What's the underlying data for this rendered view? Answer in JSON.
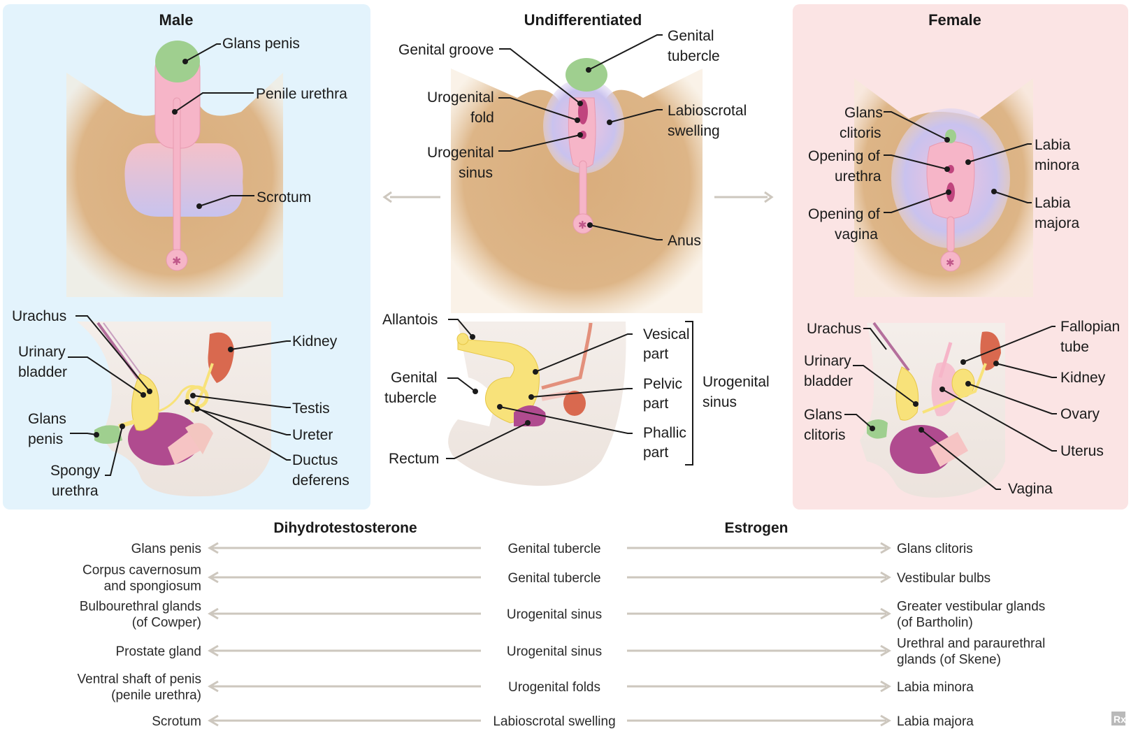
{
  "panels": {
    "male": {
      "title": "Male",
      "glans_penis": "Glans penis",
      "penile_urethra": "Penile urethra",
      "scrotum": "Scrotum",
      "urachus": "Urachus",
      "urinary_1": "Urinary",
      "urinary_2": "bladder",
      "kidney": "Kidney",
      "glans_1": "Glans",
      "glans_2": "penis",
      "testis": "Testis",
      "ureter": "Ureter",
      "ductus_1": "Ductus",
      "ductus_2": "deferens",
      "spongy_1": "Spongy",
      "spongy_2": "urethra"
    },
    "undiff": {
      "title": "Undifferentiated",
      "genital_groove": "Genital groove",
      "gt_1": "Genital",
      "gt_2": "tubercle",
      "uf_1": "Urogenital",
      "uf_2": "fold",
      "ls_1": "Labioscrotal",
      "ls_2": "swelling",
      "us_1": "Urogenital",
      "us_2": "sinus",
      "anus": "Anus",
      "allantois": "Allantois",
      "vesical_1": "Vesical",
      "vesical_2": "part",
      "gtl_1": "Genital",
      "gtl_2": "tubercle",
      "pelvic_1": "Pelvic",
      "pelvic_2": "part",
      "ugs_1": "Urogenital",
      "ugs_2": "sinus",
      "phallic_1": "Phallic",
      "phallic_2": "part",
      "rectum": "Rectum"
    },
    "female": {
      "title": "Female",
      "gc_1": "Glans",
      "gc_2": "clitoris",
      "ou_1": "Opening of",
      "ou_2": "urethra",
      "lmi_1": "Labia",
      "lmi_2": "minora",
      "ov_1": "Opening of",
      "ov_2": "vagina",
      "lma_1": "Labia",
      "lma_2": "majora",
      "urachus": "Urachus",
      "ft_1": "Fallopian",
      "ft_2": "tube",
      "ub_1": "Urinary",
      "ub_2": "bladder",
      "kidney": "Kidney",
      "gcl_1": "Glans",
      "gcl_2": "clitoris",
      "ovary": "Ovary",
      "uterus": "Uterus",
      "vagina": "Vagina"
    }
  },
  "table": {
    "left_header": "Dihydrotestosterone",
    "right_header": "Estrogen",
    "rows": [
      {
        "male": [
          "Glans penis"
        ],
        "origin": "Genital tubercle",
        "female": [
          "Glans clitoris"
        ]
      },
      {
        "male": [
          "Corpus cavernosum",
          "and spongiosum"
        ],
        "origin": "Genital tubercle",
        "female": [
          "Vestibular bulbs"
        ]
      },
      {
        "male": [
          "Bulbourethral glands",
          "(of Cowper)"
        ],
        "origin": "Urogenital sinus",
        "female": [
          "Greater vestibular glands",
          "(of Bartholin)"
        ]
      },
      {
        "male": [
          "Prostate gland"
        ],
        "origin": "Urogenital sinus",
        "female": [
          "Urethral and paraurethral",
          "glands (of Skene)"
        ]
      },
      {
        "male": [
          "Ventral shaft of penis",
          "(penile urethra)"
        ],
        "origin": "Urogenital folds",
        "female": [
          "Labia minora"
        ]
      },
      {
        "male": [
          "Scrotum"
        ],
        "origin": "Labioscrotal swelling",
        "female": [
          "Labia majora"
        ]
      }
    ]
  },
  "logo": "Rx",
  "colors": {
    "male_bg": "#e3f3fc",
    "female_bg": "#fbe4e4",
    "skin": "#dcb486",
    "pink": "#f5b7c9",
    "green": "#9fcf8f",
    "yellow": "#f8e27a",
    "purple": "#b04b8f"
  }
}
